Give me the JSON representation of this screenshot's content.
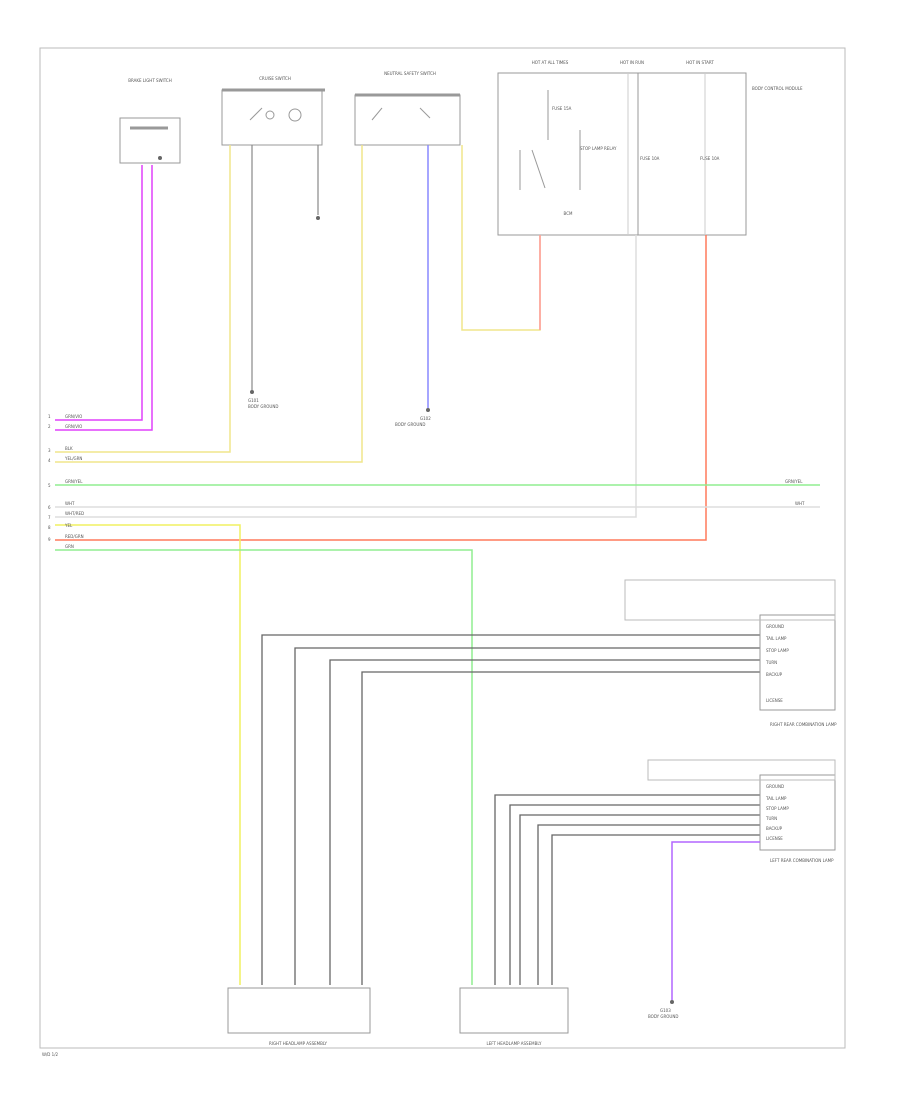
{
  "components": {
    "brake_switch": "BRAKE LIGHT SWITCH",
    "cruise_switch": "CRUISE SWITCH",
    "neutral_switch": "NEUTRAL SAFETY SWITCH",
    "bcm": "BCM",
    "right_headlamp": "RIGHT HEADLAMP ASSEMBLY",
    "left_headlamp": "LEFT HEADLAMP ASSEMBLY",
    "right_rear_combo": "RIGHT REAR COMBINATION LAMP",
    "left_rear_combo": "LEFT REAR COMBINATION LAMP"
  },
  "grounds": {
    "g1": "G101",
    "g2": "G102",
    "g3": "G103",
    "g1_label": "BODY GROUND",
    "g2_label": "BODY GROUND",
    "g3_label": "BODY GROUND"
  },
  "wires": {
    "w1": "GRN/VIO",
    "w2": "GRN/VIO",
    "w3": "BLK",
    "w4": "YEL/GRN",
    "w5": "GRN/YEL",
    "w6": "WHT",
    "w7": "WHT/RED",
    "w8": "YEL",
    "w9": "RED/GRN",
    "w10": "GRN",
    "w_right": "GRN/YEL",
    "w_right2": "WHT"
  },
  "pins": {
    "p1": "1",
    "p2": "2",
    "p3": "3",
    "p4": "4",
    "p5": "5",
    "p6": "6",
    "p7": "7",
    "p8": "8",
    "p9": "9"
  },
  "bcm_labels": {
    "top1": "HOT AT ALL TIMES",
    "top2": "HOT IN RUN",
    "top3": "HOT IN START",
    "side": "BODY CONTROL MODULE",
    "fuse1": "FUSE 15A",
    "fuse2": "FUSE 10A",
    "fuse3": "FUSE 10A",
    "relay": "STOP LAMP RELAY"
  },
  "rear_labels": {
    "r1": "GROUND",
    "r2": "TAIL LAMP",
    "r3": "STOP LAMP",
    "r4": "TURN",
    "r5": "BACKUP",
    "r6": "LICENSE",
    "r7": "GROUND",
    "r8": "TAIL LAMP",
    "r9": "STOP LAMP",
    "r10": "TURN",
    "r11": "BACKUP",
    "r12": "LICENSE"
  },
  "footer": "W/D 1/2"
}
